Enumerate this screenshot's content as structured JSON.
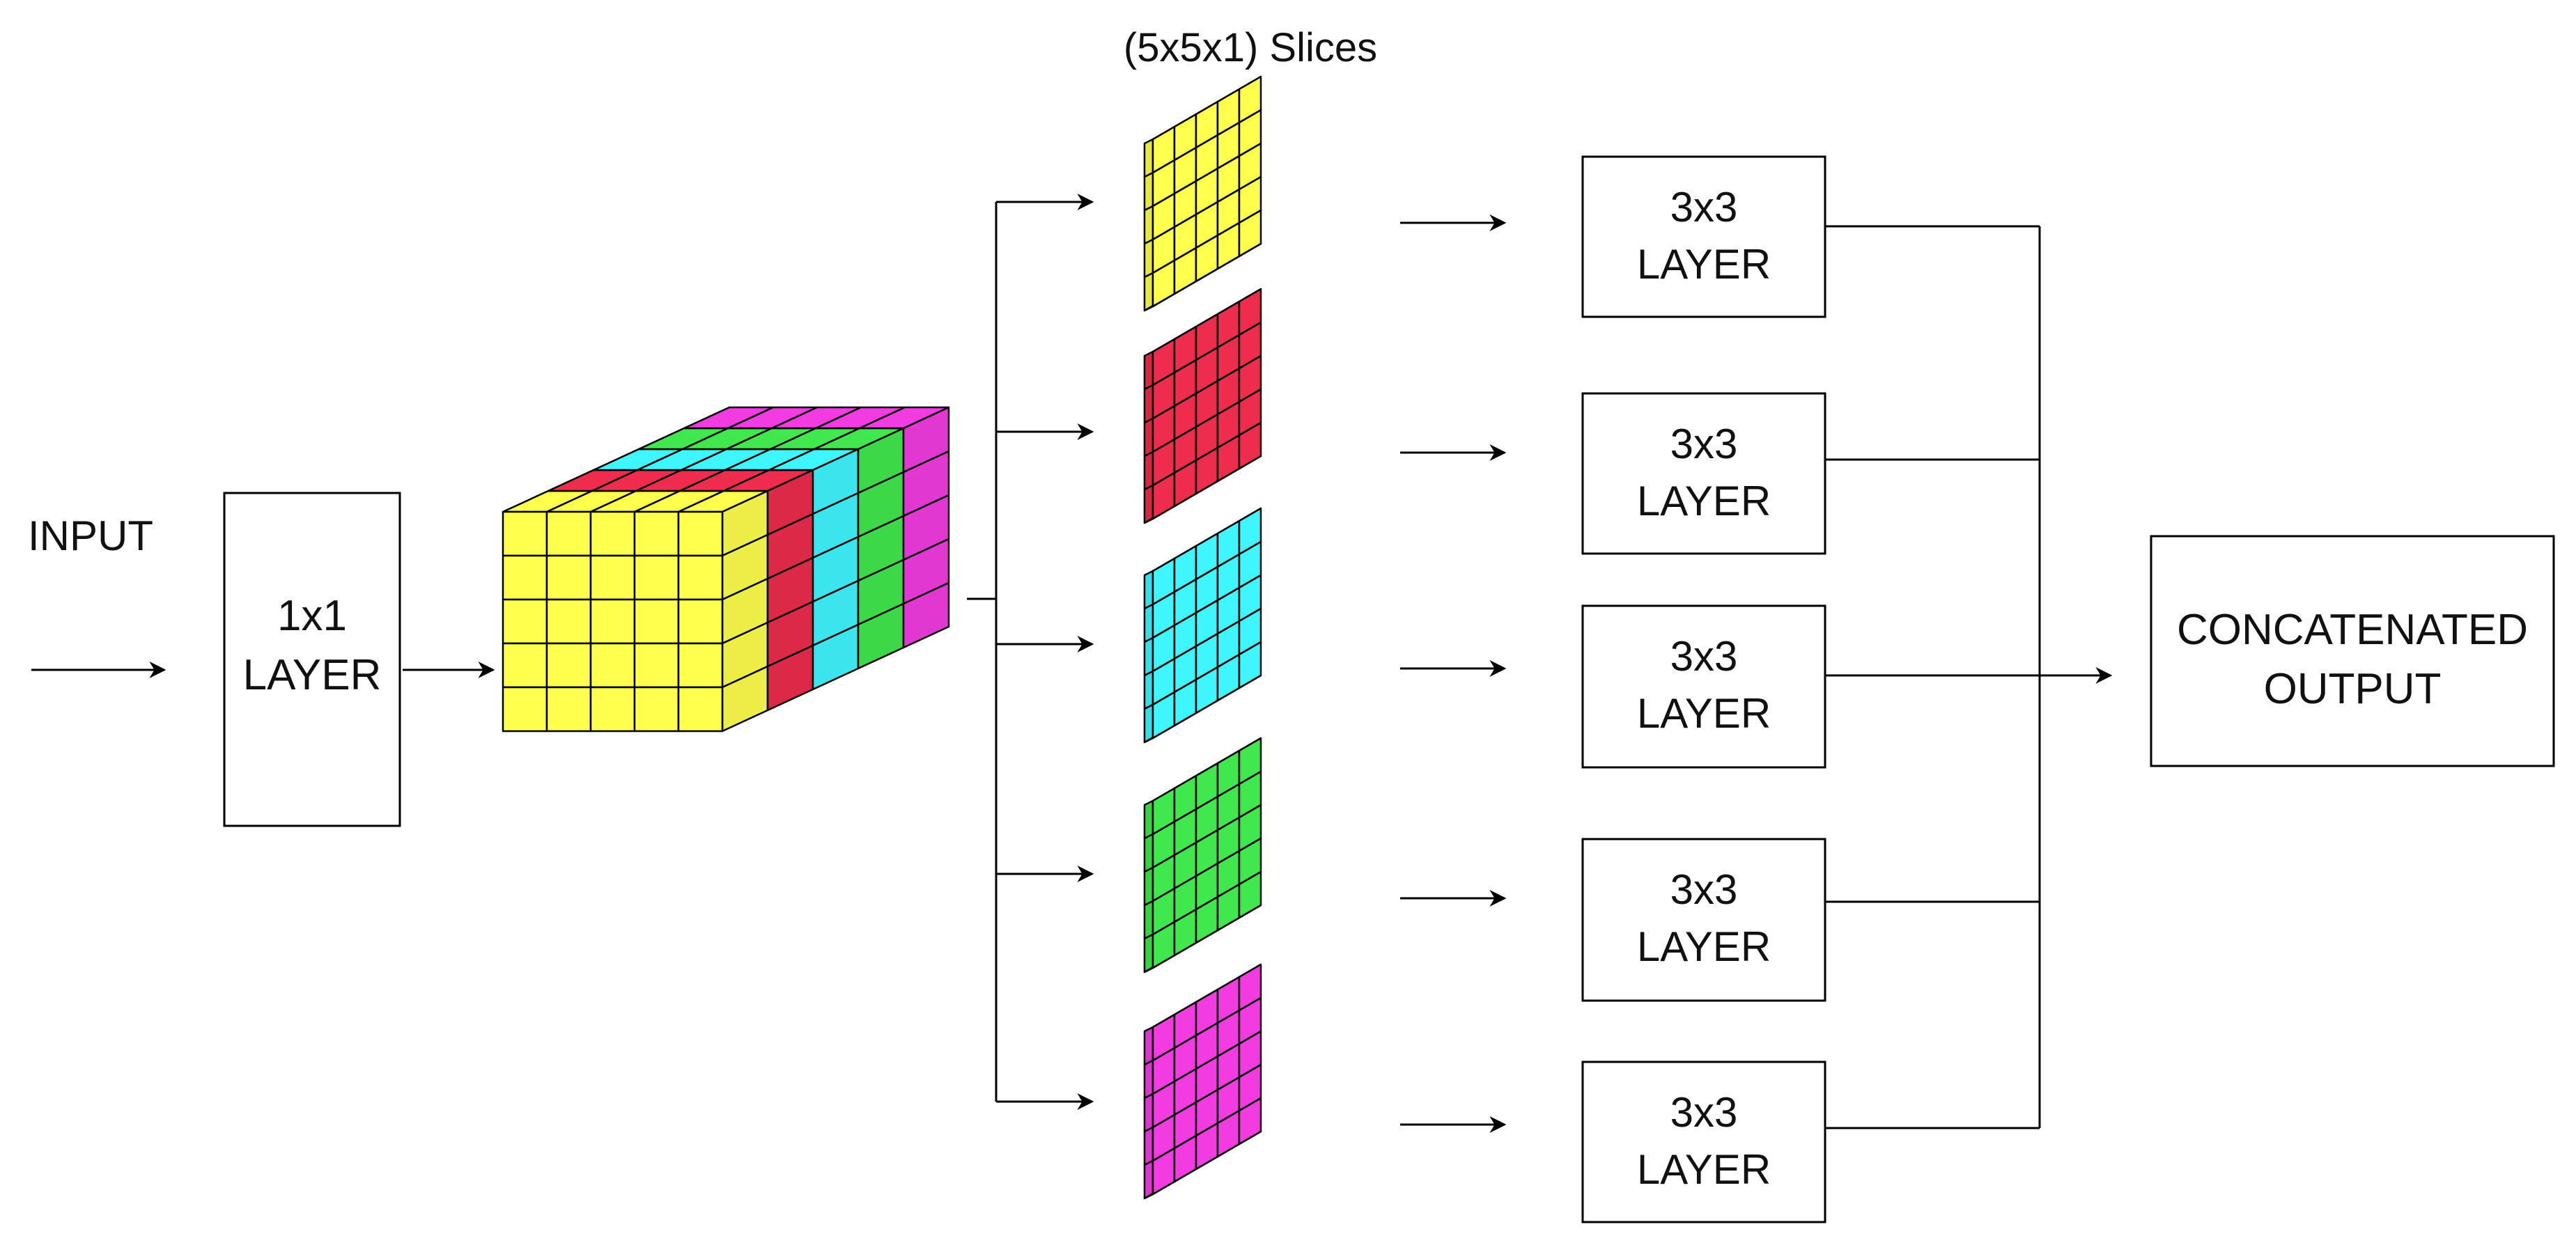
{
  "title": "(5x5x1) Slices",
  "input_label": "INPUT",
  "layer_1x1": {
    "line1": "1x1",
    "line2": "LAYER"
  },
  "cube": {
    "rows": 5,
    "cols": 5,
    "layers": [
      {
        "name": "yellow",
        "color": "#ffff4d"
      },
      {
        "name": "red",
        "color": "#ee2c4d"
      },
      {
        "name": "cyan",
        "color": "#3ff6ff"
      },
      {
        "name": "green",
        "color": "#40e84d"
      },
      {
        "name": "magenta",
        "color": "#f23ce1"
      }
    ]
  },
  "slices": [
    {
      "name": "yellow",
      "color": "#ffff4d"
    },
    {
      "name": "red",
      "color": "#ee2c4d"
    },
    {
      "name": "cyan",
      "color": "#3ff6ff"
    },
    {
      "name": "green",
      "color": "#40e84d"
    },
    {
      "name": "magenta",
      "color": "#f23ce1"
    }
  ],
  "layer_3x3": [
    {
      "line1": "3x3",
      "line2": "LAYER"
    },
    {
      "line1": "3x3",
      "line2": "LAYER"
    },
    {
      "line1": "3x3",
      "line2": "LAYER"
    },
    {
      "line1": "3x3",
      "line2": "LAYER"
    },
    {
      "line1": "3x3",
      "line2": "LAYER"
    }
  ],
  "output": {
    "line1": "CONCATENATED",
    "line2": "OUTPUT"
  }
}
